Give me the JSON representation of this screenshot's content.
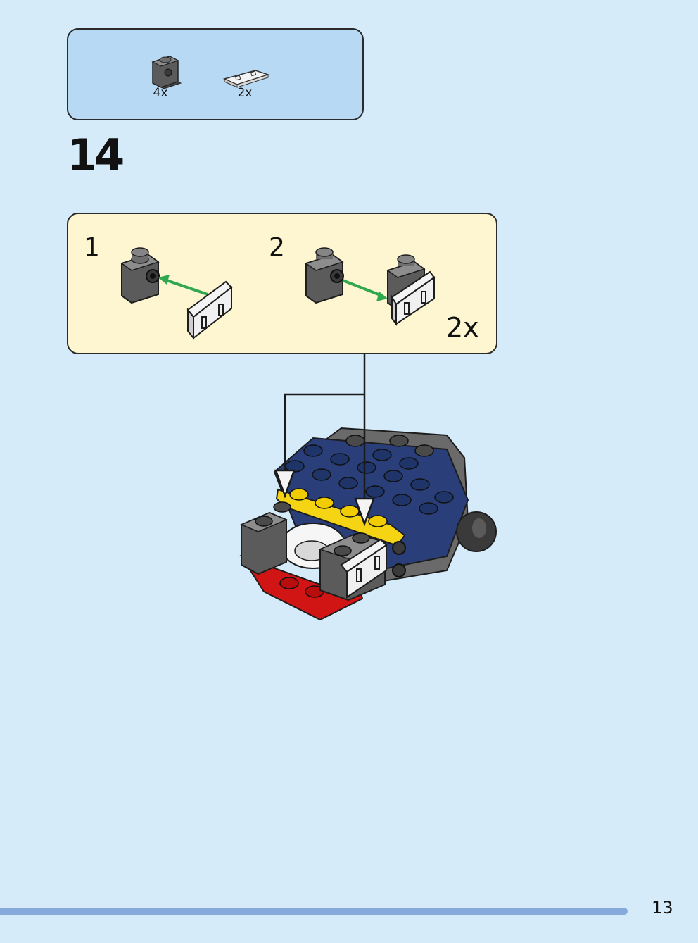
{
  "parts_list": [
    {
      "icon": "gray-bracket-brick-icon",
      "quantity": "4x"
    },
    {
      "icon": "white-clip-plate-icon",
      "quantity": "2x"
    }
  ],
  "step": {
    "number": "14"
  },
  "substeps": [
    {
      "label": "1"
    },
    {
      "label": "2"
    }
  ],
  "substep_multiplier": "2x",
  "page_number": "13",
  "colors": {
    "background": "#d6ebfa",
    "parts_box": "#b7d9f4",
    "substep_box": "#fdf6d0",
    "footer_bar": "#86aadc",
    "arrow_green": "#2fa84f"
  }
}
